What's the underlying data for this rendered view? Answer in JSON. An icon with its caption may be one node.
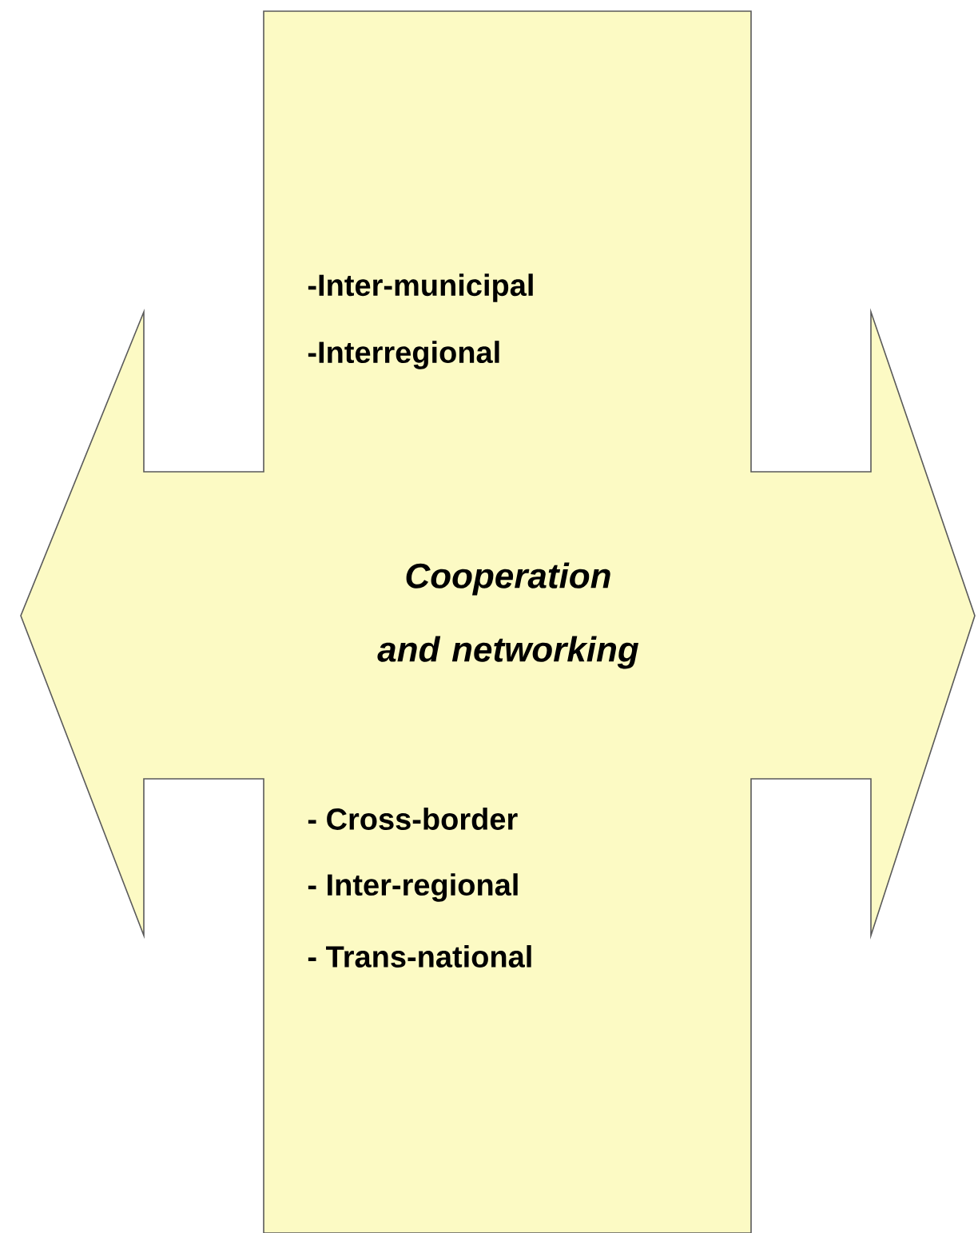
{
  "diagram": {
    "nodes": [
      {
        "text": [
          "-Inter-municipal",
          "-Interregional",
          "Cooperation and networking",
          "- Cross-border",
          "- Inter-regional",
          "- Trans-national"
        ]
      }
    ]
  }
}
